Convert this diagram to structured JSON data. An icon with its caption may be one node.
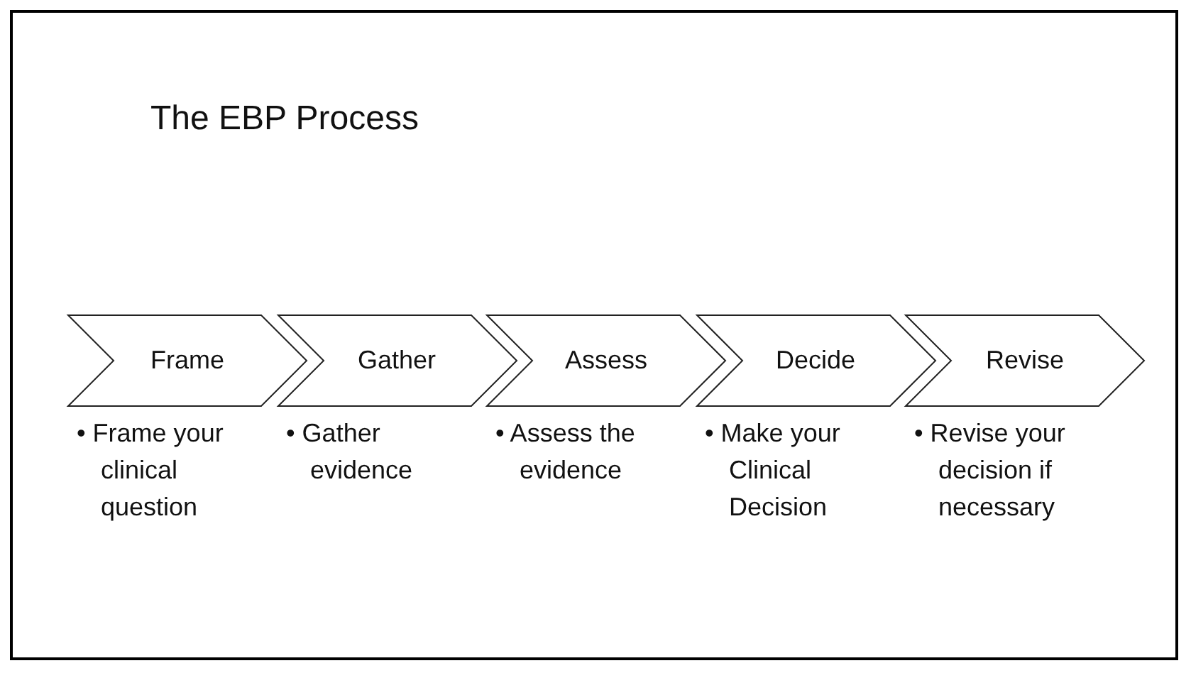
{
  "diagram": {
    "title": "The EBP Process",
    "nodes": [
      {
        "text": [
          "Frame"
        ],
        "beside": [
          "• Frame your clinical question"
        ]
      },
      {
        "text": [
          "Gather"
        ],
        "beside": [
          "• Gather evidence"
        ]
      },
      {
        "text": [
          "Assess"
        ],
        "beside": [
          "• Assess the evidence"
        ]
      },
      {
        "text": [
          "Decide"
        ],
        "beside": [
          "• Make your Clinical Decision"
        ]
      },
      {
        "text": [
          "Revise"
        ],
        "beside": [
          "• Revise your decision if necessary"
        ]
      }
    ]
  }
}
